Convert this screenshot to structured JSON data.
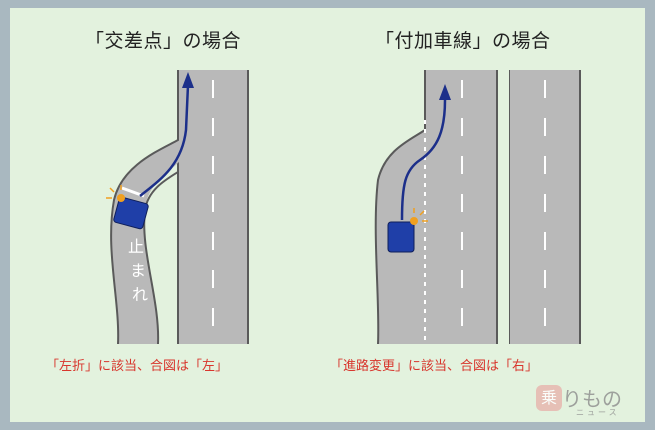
{
  "titles": {
    "left": "「交差点」の場合",
    "right": "「付加車線」の場合"
  },
  "captions": {
    "left": "「左折」に該当、合図は「左」",
    "right": "「進路変更」に該当、合図は「右」"
  },
  "road_marking": [
    "止",
    "ま",
    "れ"
  ],
  "watermark": {
    "badge": "乗",
    "text": "りもの",
    "sub": "ニュース"
  },
  "colors": {
    "background": "#e3f2de",
    "road": "#b9b9b9",
    "road_edge": "#5a5a5a",
    "car": "#1f3fa8",
    "arrow": "#1c2f8a",
    "caption": "#d8362d",
    "blinker": "#f0a020"
  }
}
